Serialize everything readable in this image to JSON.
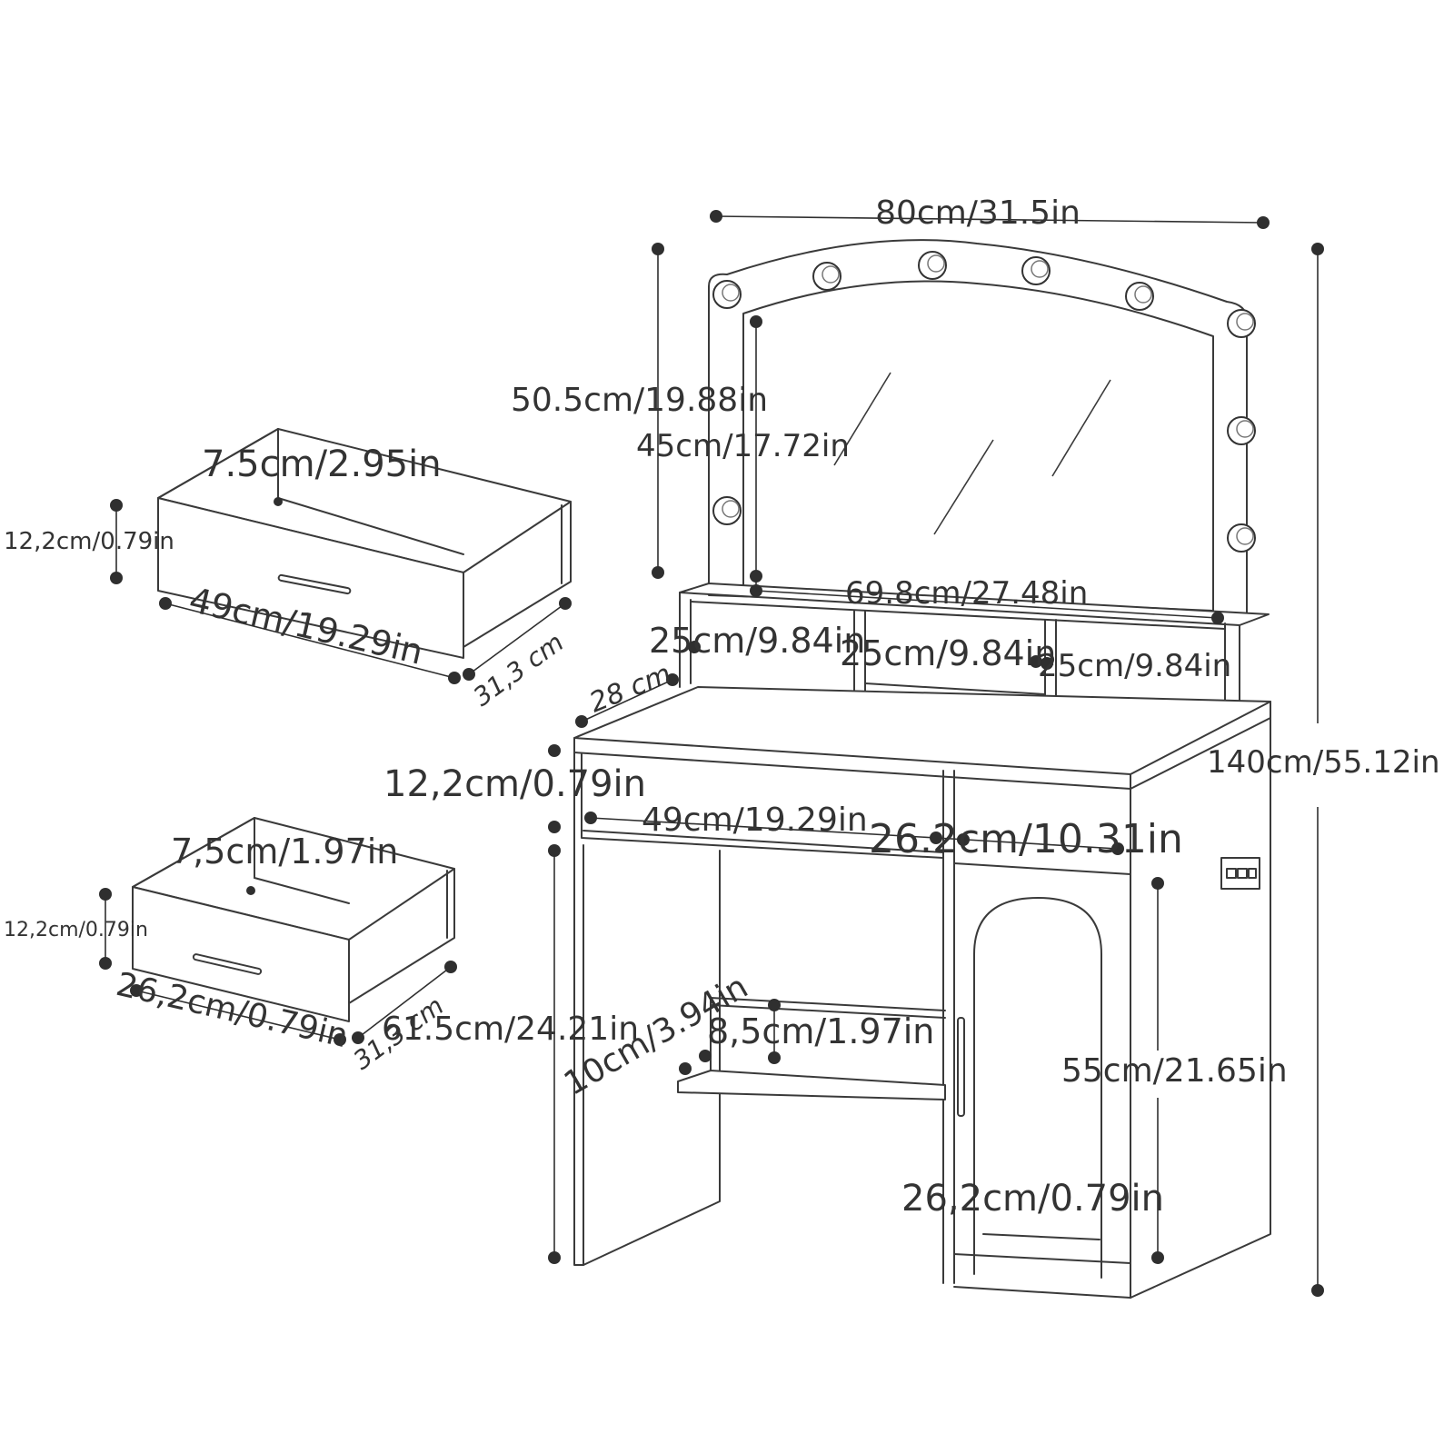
{
  "dimensions": {
    "overall_width": "80cm/31.5in",
    "mirror_height": "50.5cm/19.88in",
    "mirror_inner_height": "45cm/17.72in",
    "mirror_inner_width": "69.8cm/27.48in",
    "cubby_left": "25cm/9.84in",
    "cubby_middle": "25cm/9.84in",
    "cubby_right": "25cm/9.84in",
    "shelf_depth": "28 cm",
    "overall_height": "140cm/55.12in",
    "top_drawer_height": "12,2cm/0.79in",
    "top_drawer_width": "49cm/19.29in",
    "cabinet_width": "26.2cm/10.31in",
    "desk_height": "61.5cm/24.21in",
    "shelf_clearance": "10cm/3.94in",
    "shelf_gap": "8,5cm/1.97in",
    "cabinet_height": "55cm/21.65in",
    "cabinet_bottom": "26,2cm/0.79in"
  },
  "drawer_top": {
    "inner_height": "7.5cm/2.95in",
    "height": "12,2cm/0.79in",
    "width": "49cm/19.29in",
    "depth": "31,3 cm"
  },
  "drawer_bottom": {
    "inner_height": "7,5cm/1.97in",
    "height": "12,2cm/0.79in",
    "width": "26,2cm/0.79in",
    "depth": "31,3 cm"
  }
}
